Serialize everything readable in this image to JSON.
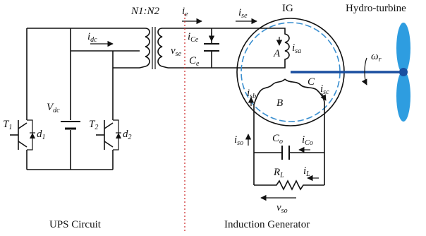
{
  "colors": {
    "wire": "#111111",
    "divider": "#cc2222",
    "airgap": "#3a8fd0",
    "shaft": "#1a4fa0",
    "turbine": "#2e9de0"
  },
  "labels": {
    "transformer_ratio": "N1:N2",
    "ie": "i",
    "ie_sub": "e",
    "ise": "i",
    "ise_sub": "se",
    "ig": "IG",
    "turbine": "Hydro-turbine",
    "omega": "ω",
    "omega_sub": "r",
    "idc": "i",
    "idc_sub": "dc",
    "ice": "i",
    "ice_sub": "Ce",
    "vse": "v",
    "vse_sub": "se",
    "ce": "C",
    "ce_sub": "e",
    "isa": "i",
    "isa_sub": "sa",
    "phase_a": "A",
    "phase_b": "B",
    "phase_c": "C",
    "isb": "i",
    "isb_sub": "sb",
    "isc": "i",
    "isc_sub": "sc",
    "vdc": "V",
    "vdc_sub": "dc",
    "t1": "T",
    "t1_sub": "1",
    "d1": "d",
    "d1_sub": "1",
    "t2": "T",
    "t2_sub": "2",
    "d2": "d",
    "d2_sub": "2",
    "iso": "i",
    "iso_sub": "so",
    "co": "C",
    "co_sub": "o",
    "ico": "i",
    "ico_sub": "Co",
    "rl": "R",
    "rl_sub": "L",
    "il": "i",
    "il_sub": "L",
    "vso": "v",
    "vso_sub": "so"
  },
  "captions": {
    "ups": "UPS Circuit",
    "generator": "Induction Generator"
  }
}
